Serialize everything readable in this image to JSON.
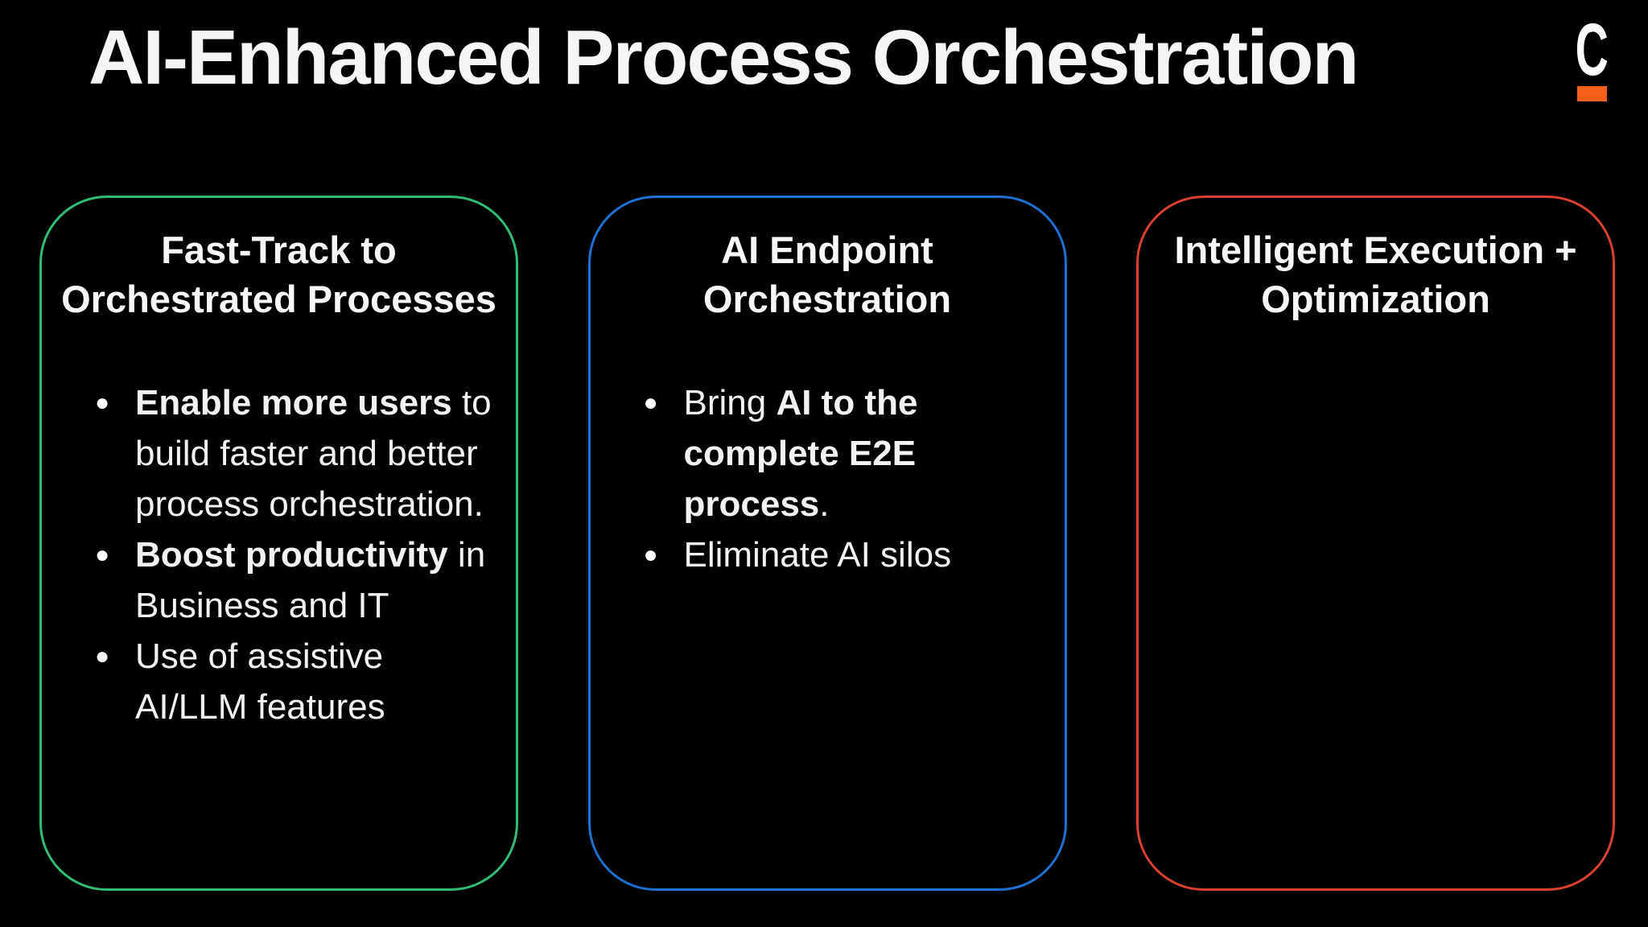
{
  "header": {
    "title": "AI-Enhanced Process Orchestration",
    "logo": {
      "letter": "C",
      "underline_color": "#F4601C"
    }
  },
  "bullet_icon": "●",
  "cards": [
    {
      "id": "fast-track",
      "accent_color": "#32BD74",
      "title": "Fast-Track to\nOrchestrated Processes",
      "bullets": [
        {
          "segments": [
            {
              "text": "Enable more users",
              "bold": true
            },
            {
              "text": " to build faster and better process orchestration.",
              "bold": false
            }
          ]
        },
        {
          "segments": [
            {
              "text": "Boost productivity",
              "bold": true
            },
            {
              "text": " in Business and IT",
              "bold": false
            }
          ]
        },
        {
          "segments": [
            {
              "text": "Use of assistive AI/LLM features",
              "bold": false
            }
          ]
        }
      ]
    },
    {
      "id": "ai-endpoint",
      "accent_color": "#1F70D2",
      "title": "AI Endpoint\nOrchestration",
      "bullets": [
        {
          "segments": [
            {
              "text": "Bring ",
              "bold": false
            },
            {
              "text": "AI to the complete E2E process",
              "bold": true
            },
            {
              "text": ".",
              "bold": false
            }
          ]
        },
        {
          "segments": [
            {
              "text": "Eliminate AI silos",
              "bold": false
            }
          ]
        }
      ]
    },
    {
      "id": "intelligent-execution",
      "accent_color": "#DC4030",
      "title": "Intelligent Execution +\nOptimization",
      "bullets": []
    }
  ]
}
